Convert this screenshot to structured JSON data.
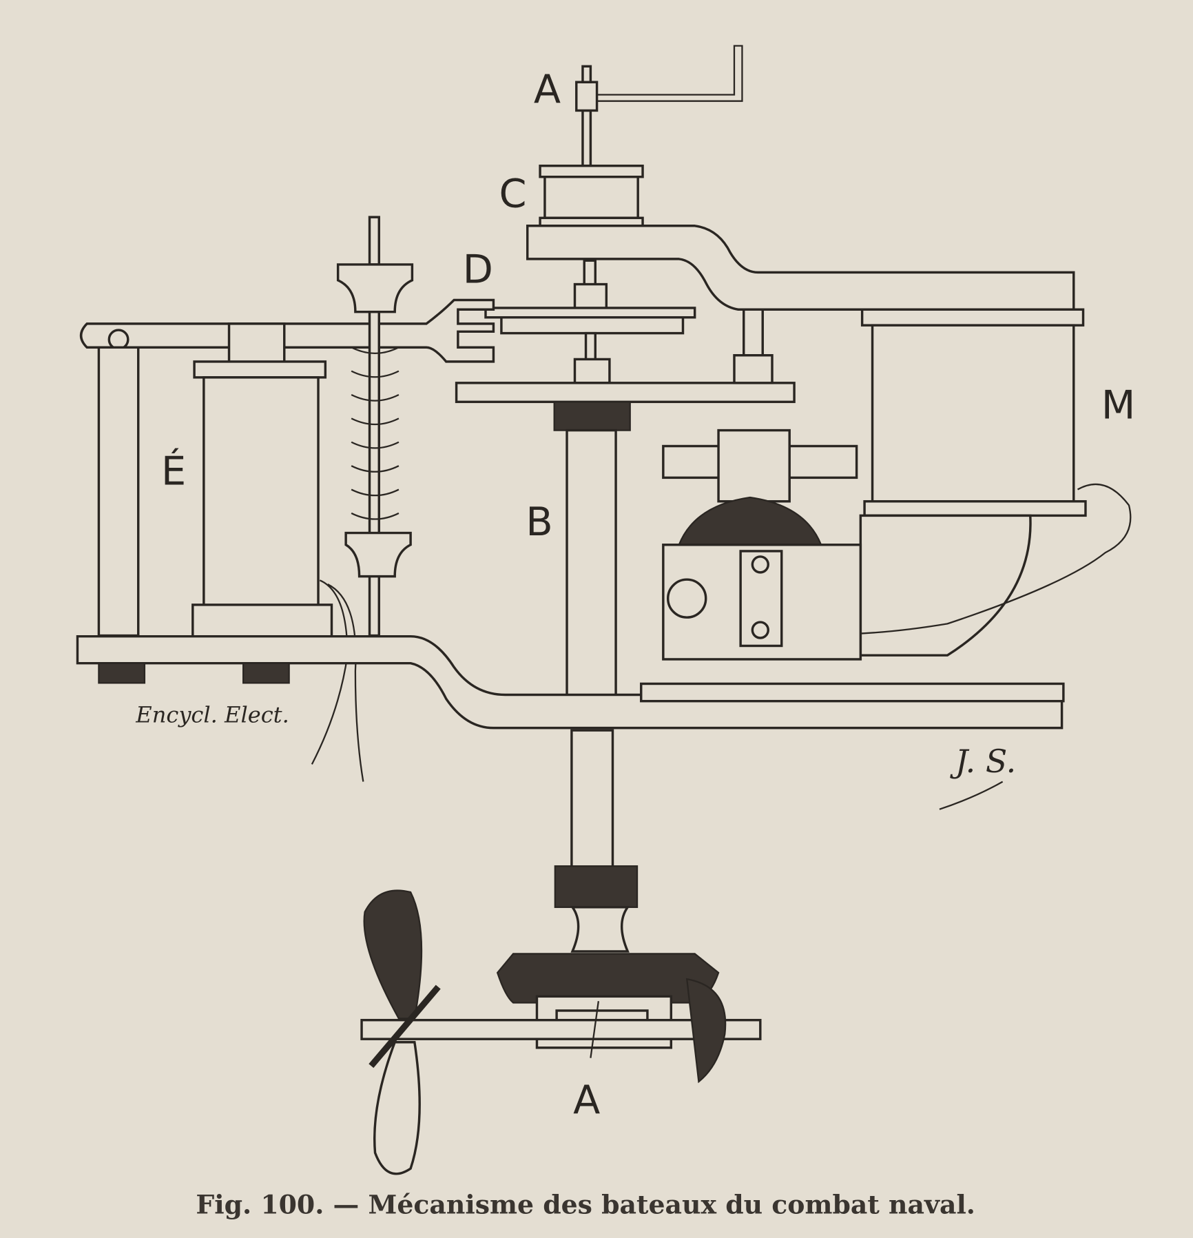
{
  "figure": {
    "labels": {
      "a_top": "A",
      "c": "C",
      "d": "D",
      "e": "É",
      "b": "B",
      "m": "M",
      "a_bottom": "A"
    },
    "signature_left": "Encycl. Elect.",
    "signature_right": "J. S.",
    "caption": "Fig. 100. — Mécanisme des bateaux du combat naval."
  },
  "colors": {
    "paper": "#e4ded2",
    "ink": "#2a2622"
  }
}
